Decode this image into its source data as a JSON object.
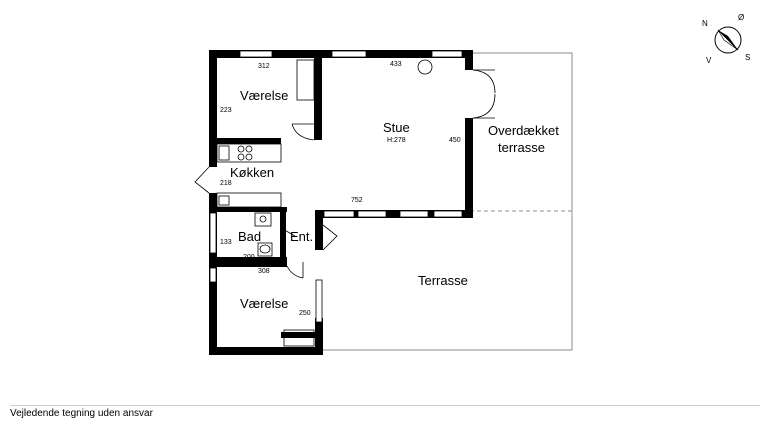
{
  "rooms": {
    "vaerelse_top": "Værelse",
    "stue": "Stue",
    "stue_height": "H:278",
    "overdaekket_line1": "Overdækket",
    "overdaekket_line2": "terrasse",
    "koekken": "Køkken",
    "bad": "Bad",
    "entre": "Ent.",
    "vaerelse_bottom": "Værelse",
    "terrasse": "Terrasse"
  },
  "dimensions": {
    "d312": "312",
    "d433": "433",
    "d223": "223",
    "d450": "450",
    "d218": "218",
    "d752": "752",
    "d133": "133",
    "d200": "200",
    "d308": "308",
    "d250": "250"
  },
  "compass": {
    "n": "N",
    "o": "Ø",
    "s": "S",
    "v": "V"
  },
  "footer": {
    "text": "Vejledende tegning uden ansvar"
  }
}
